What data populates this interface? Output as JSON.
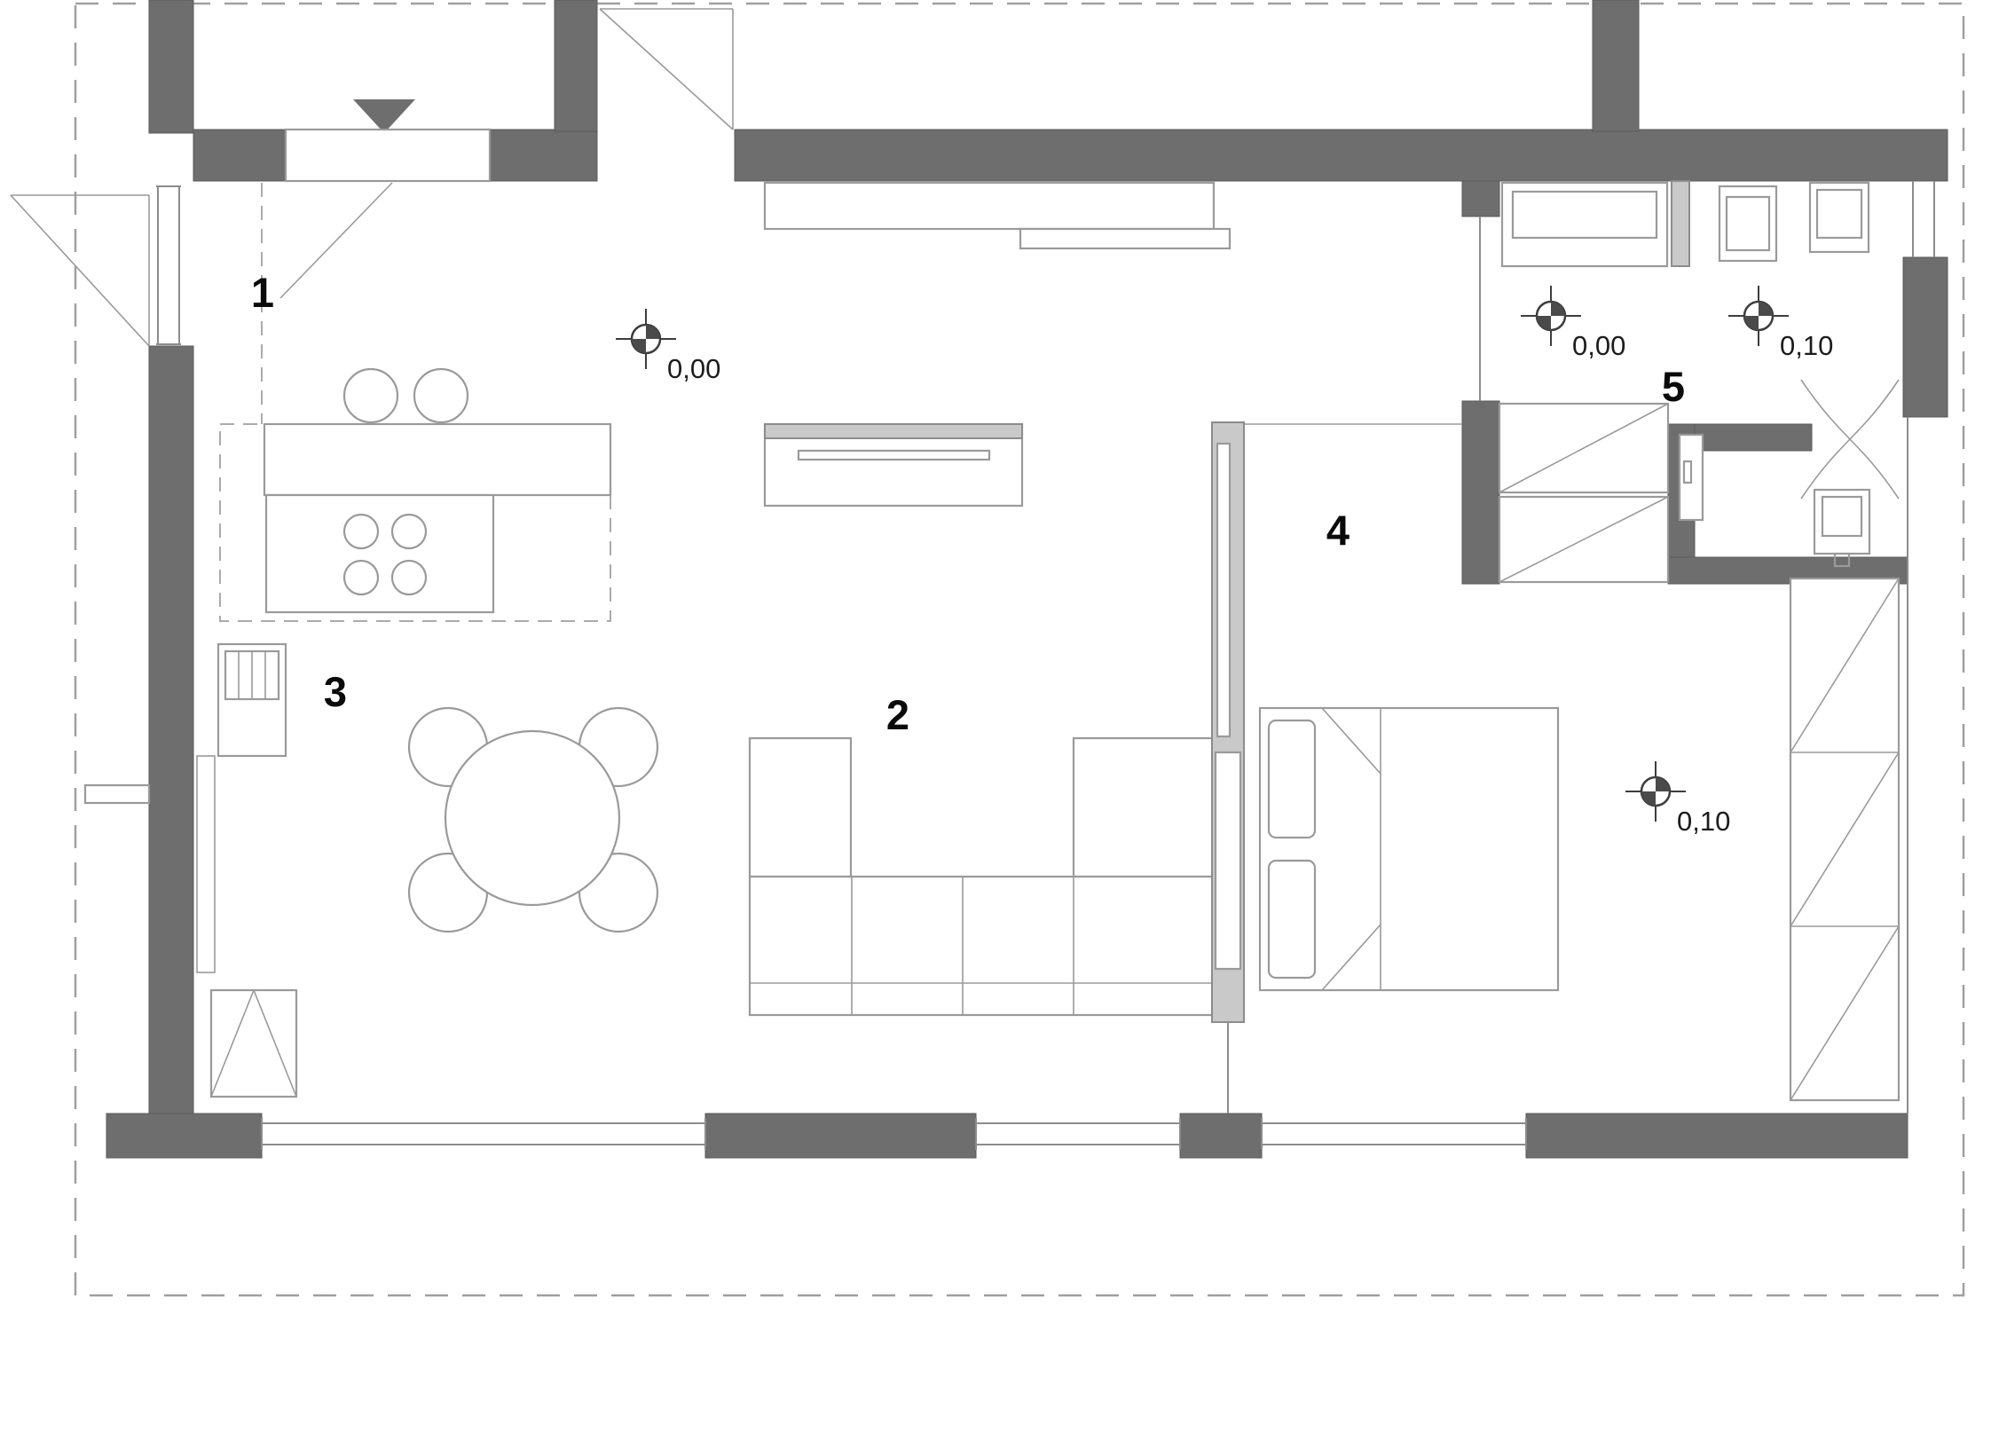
{
  "plan": {
    "rooms": [
      {
        "number": "1"
      },
      {
        "number": "2"
      },
      {
        "number": "3"
      },
      {
        "number": "4"
      },
      {
        "number": "5"
      }
    ],
    "elevation_markers": [
      {
        "value": "0,00"
      },
      {
        "value": "0,00"
      },
      {
        "value": "0,10"
      },
      {
        "value": "0,10"
      }
    ],
    "colors": {
      "wall": "#6e6e6e",
      "fixture_gray": "#c9c9c9",
      "line": "#8f8f8f",
      "label_text": "#0a0a0a"
    }
  }
}
